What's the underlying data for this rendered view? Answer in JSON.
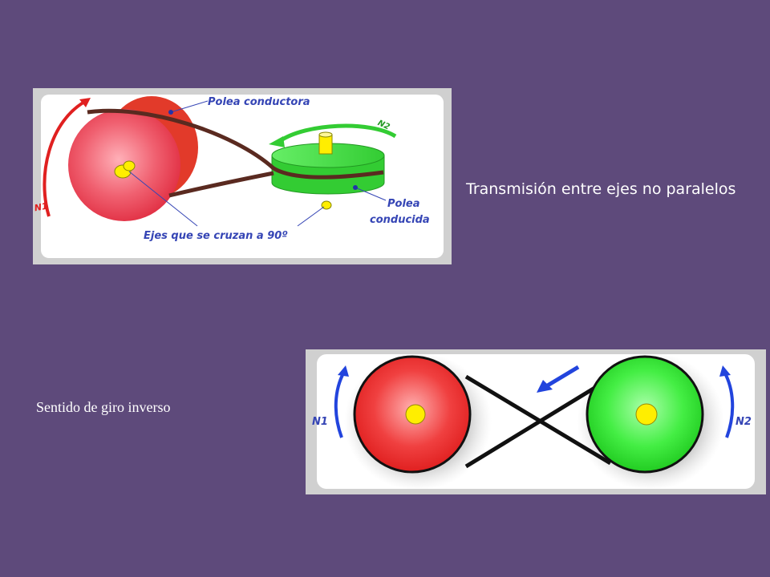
{
  "slide": {
    "top_caption": "Transmisión entre ejes no paralelos",
    "bottom_caption": "Sentido de giro inverso"
  },
  "diagram_crossed_axes": {
    "driver_label": "Polea conductora",
    "driven_label_line1": "Polea",
    "driven_label_line2": "conducida",
    "axes_label": "Ejes que se cruzan a 90º",
    "n1_label": "N1",
    "n2_label": "N2"
  },
  "diagram_crossed_belt": {
    "n1_label": "N1",
    "n2_label": "N2"
  },
  "colors": {
    "background": "#5e4a7b",
    "driver_pulley": "#e8303a",
    "driven_pulley": "#33dd33",
    "belt": "#5a2a20",
    "axis": "#ffee00",
    "label": "#3545b5"
  }
}
